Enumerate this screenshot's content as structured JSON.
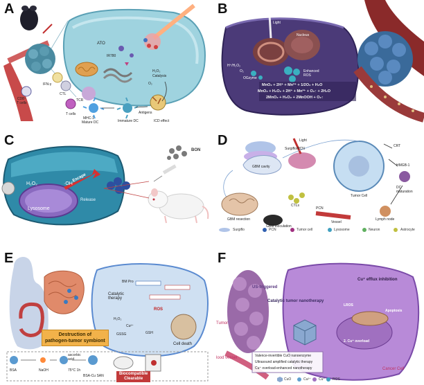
{
  "panels": {
    "A": {
      "label": "A",
      "texts": {
        "ato": "ATO",
        "ir780": "IR780",
        "h2o2": "H₂O₂",
        "catalysis": "Catalysis",
        "o2": "O₂",
        "cd8": "CD8⁺\nT cells",
        "ifn": "IFN-γ",
        "ctl": "CTL",
        "tcr": "TCR",
        "tcells": "T cells",
        "mhc": "MHC-1",
        "mature_dc": "Mature DC",
        "immature_dc": "Immature DC",
        "antigens": "Antigens",
        "icd": "ICD effect"
      }
    },
    "B": {
      "label": "B",
      "texts": {
        "light": "Light",
        "nucleus": "Nucleus",
        "h_h2o2": "H⁺/H₂O₂",
        "o2": "O₂",
        "ozyme": "OGzyme",
        "enhanced": "Enhanced\nROS",
        "eq1": "MnO₂ + 2H⁺ + Mn²⁺ + 1/2O₂ + H₂O",
        "eq2": "MnO₂ + H₂O₂ + 2H⁺ + Mn²⁺ + O₂↑ + 2H₂O",
        "eq3": "2MnO₂ + H₂O₂ + 2MnOOH + O₂↑"
      }
    },
    "C": {
      "label": "C",
      "texts": {
        "h2o2": "H₂O₂",
        "oh": "·OH",
        "lysosome": "Lysosome",
        "bon": "BON",
        "escape": "Escape",
        "release": "Release"
      }
    },
    "D": {
      "label": "D",
      "texts": {
        "surgiflo": "Surgiflo/PCN",
        "gbm_cavity": "GBM cavity",
        "light": "Light",
        "crt": "CRT",
        "hmgb": "HMGB-1",
        "dc_mat": "DC\nmaturation",
        "tumor_cell": "Tumor Cell",
        "ctls": "CTLs",
        "vessel": "Vessel",
        "lymph": "Lymph node",
        "gbm_resection": "GBM resection",
        "gbm_inoculation": "GBM inoculation",
        "pcn": "PCN",
        "legend": [
          "Surgiflo",
          "PCN",
          "Tumor cell",
          "Lysosome",
          "Neuron",
          "Astrocyte"
        ]
      }
    },
    "E": {
      "label": "E",
      "texts": {
        "bm_pro": "BM Pro",
        "ros": "ROS",
        "h2o2": "H₂O₂",
        "gsh": "GSH",
        "gssg": "GSSG",
        "cell_death": "Cell death",
        "catalytic": "Catalytic\ntherapy",
        "destruction": "Destruction of\npathogen-tumor symbiont",
        "bsa": "BSA",
        "naoh": "NaOH",
        "ascorbic": "ascorbic\nacid",
        "temp": "75°C 1h",
        "bsa_cu": "BSA-Cu SAN",
        "biocompat": "Biocompatible\nClearable",
        "cu": "Cu²⁺"
      }
    },
    "F": {
      "label": "F",
      "texts": {
        "us": "US-triggered",
        "catalytic": "Catalytic tumor nanotherapy",
        "cu_efflux": "Cu⁺ efflux inhibition",
        "lrox": "LROS",
        "apoptosis": "Apoptosis",
        "cu_overload": "2. Cu⁺ overload",
        "tumor": "Tumor",
        "blood": "lood vessel",
        "cancer": "Cancer Cell",
        "list1": "Valence-invertible CuO nanoenzyme",
        "list2": "Ultrasound amplified catalytic therapy",
        "list3": "Cu⁺ overload-enhanced nanotherapy",
        "legend": [
          "CuO",
          "Cu²⁺",
          "Cu⁺",
          "ROS"
        ]
      }
    }
  }
}
